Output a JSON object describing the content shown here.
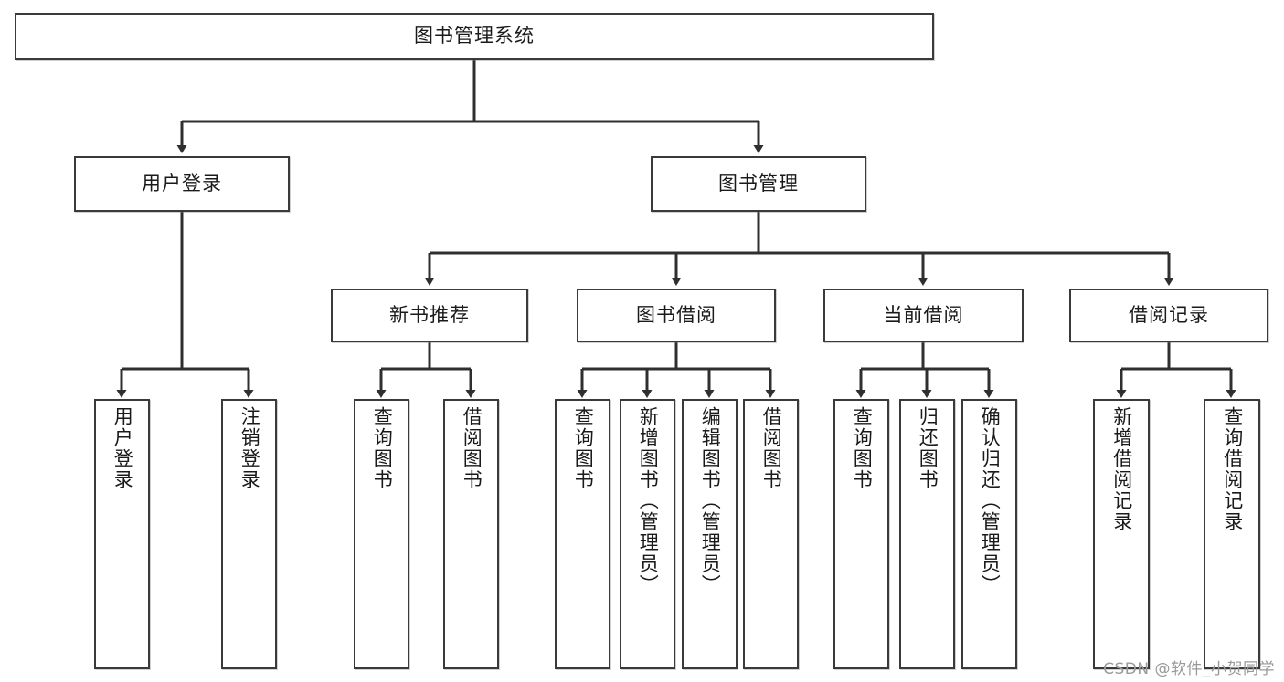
{
  "diagram": {
    "title": "图书管理系统",
    "watermark": "CSDN @软件_小贺同学",
    "colors": {
      "box_border": "#3a3a3a",
      "box_fill": "#ffffff",
      "line": "#2f2f2f",
      "text": "#1a1a1a",
      "watermark": "#9a9a9a",
      "background": "#ffffff"
    },
    "root": {
      "id": "root",
      "label": "图书管理系统",
      "orientation": "horizontal"
    },
    "level2": [
      {
        "id": "user-login",
        "label": "用户登录",
        "orientation": "horizontal"
      },
      {
        "id": "book-manage",
        "label": "图书管理",
        "orientation": "horizontal"
      }
    ],
    "level3": [
      {
        "id": "new-book-rec",
        "label": "新书推荐",
        "orientation": "horizontal",
        "parent": "book-manage"
      },
      {
        "id": "book-borrow",
        "label": "图书借阅",
        "orientation": "horizontal",
        "parent": "book-manage"
      },
      {
        "id": "current-borrow",
        "label": "当前借阅",
        "orientation": "horizontal",
        "parent": "book-manage"
      },
      {
        "id": "borrow-record",
        "label": "借阅记录",
        "orientation": "horizontal",
        "parent": "book-manage"
      }
    ],
    "leaves": [
      {
        "id": "leaf-user-login",
        "label": "用户登录",
        "orientation": "vertical",
        "parent": "user-login"
      },
      {
        "id": "leaf-logout",
        "label": "注销登录",
        "orientation": "vertical",
        "parent": "user-login"
      },
      {
        "id": "leaf-query-book-1",
        "label": "查询图书",
        "orientation": "vertical",
        "parent": "new-book-rec"
      },
      {
        "id": "leaf-borrow-book-1",
        "label": "借阅图书",
        "orientation": "vertical",
        "parent": "new-book-rec"
      },
      {
        "id": "leaf-query-book-2",
        "label": "查询图书",
        "orientation": "vertical",
        "parent": "book-borrow"
      },
      {
        "id": "leaf-add-book",
        "label": "新增图书（管理员）",
        "orientation": "vertical",
        "parent": "book-borrow"
      },
      {
        "id": "leaf-edit-book",
        "label": "编辑图书（管理员）",
        "orientation": "vertical",
        "parent": "book-borrow"
      },
      {
        "id": "leaf-borrow-book-2",
        "label": "借阅图书",
        "orientation": "vertical",
        "parent": "book-borrow"
      },
      {
        "id": "leaf-query-book-3",
        "label": "查询图书",
        "orientation": "vertical",
        "parent": "current-borrow"
      },
      {
        "id": "leaf-return-book",
        "label": "归还图书",
        "orientation": "vertical",
        "parent": "current-borrow"
      },
      {
        "id": "leaf-confirm-return",
        "label": "确认归还（管理员）",
        "orientation": "vertical",
        "parent": "current-borrow"
      },
      {
        "id": "leaf-add-record",
        "label": "新增借阅记录",
        "orientation": "vertical",
        "parent": "borrow-record"
      },
      {
        "id": "leaf-query-record",
        "label": "查询借阅记录",
        "orientation": "vertical",
        "parent": "borrow-record"
      }
    ]
  }
}
